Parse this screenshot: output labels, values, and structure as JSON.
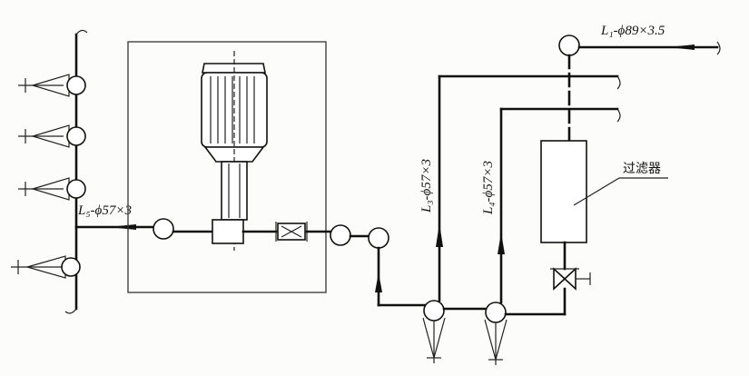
{
  "labels": {
    "l1": "L₁-ϕ89×3.5",
    "l3": "L₃-ϕ57×3",
    "l4": "L₄-ϕ57×3",
    "l5": "L₅-ϕ57×3",
    "filter": "过滤器"
  },
  "colors": {
    "line": "#111111",
    "background": "#fcfcfa"
  }
}
